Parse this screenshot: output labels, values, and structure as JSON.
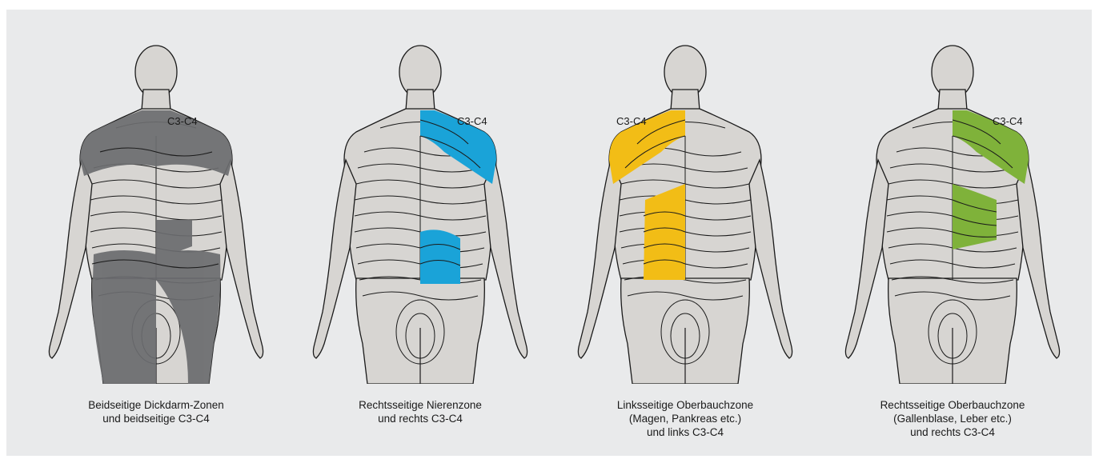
{
  "colors": {
    "background": "#e9eaeb",
    "body_fill": "#d7d5d2",
    "outline": "#1a1a1a",
    "colon_zones": "#6b6c6f",
    "kidney_zone": "#1aa3d8",
    "upper_abdomen_left": "#f2bd16",
    "upper_abdomen_right": "#7fb23a"
  },
  "figures": [
    {
      "zone_label": "C3-C4",
      "highlight": "grey",
      "caption": [
        "Beidseitige Dickdarm-Zonen",
        "und beidseitige C3-C4"
      ]
    },
    {
      "zone_label": "C3-C4",
      "highlight": "blue",
      "caption": [
        "Rechtsseitige Nierenzone",
        "und rechts C3-C4"
      ]
    },
    {
      "zone_label": "C3-C4",
      "highlight": "yellow",
      "caption": [
        "Linksseitige Oberbauchzone",
        "(Magen, Pankreas etc.)",
        "und links C3-C4"
      ]
    },
    {
      "zone_label": "C3-C4",
      "highlight": "green",
      "caption": [
        "Rechtsseitige Oberbauchzone",
        "(Gallenblase, Leber etc.)",
        "und rechts C3-C4"
      ]
    }
  ]
}
